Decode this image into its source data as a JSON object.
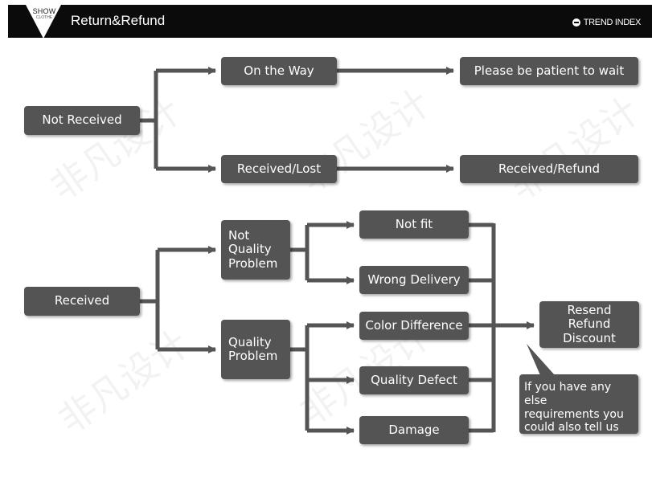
{
  "header": {
    "logo_line1": "SHOW",
    "logo_line2": "CLOTHE",
    "title": "Return&Refund",
    "brand": "TREND INDEX"
  },
  "watermark": "非凡设计",
  "nodes": {
    "not_received": "Not Received",
    "on_the_way": "On the Way",
    "please_wait": "Please be patient to wait",
    "received_lost": "Received/Lost",
    "received_refund": "Received/Refund",
    "received": "Received",
    "not_quality_problem": "Not\nQuality\nProblem",
    "quality_problem": "Quality\nProblem",
    "not_fit": "Not fit",
    "wrong_delivery": "Wrong Delivery",
    "color_difference": "Color Difference",
    "quality_defect": "Quality Defect",
    "damage": "Damage",
    "resolution": "Resend\nRefund\nDiscount"
  },
  "note": "If you have any else\nrequirements you\ncould also tell us",
  "colors": {
    "node_bg": "#545454",
    "header_bg": "#0b0b0b",
    "connector": "#555555"
  }
}
